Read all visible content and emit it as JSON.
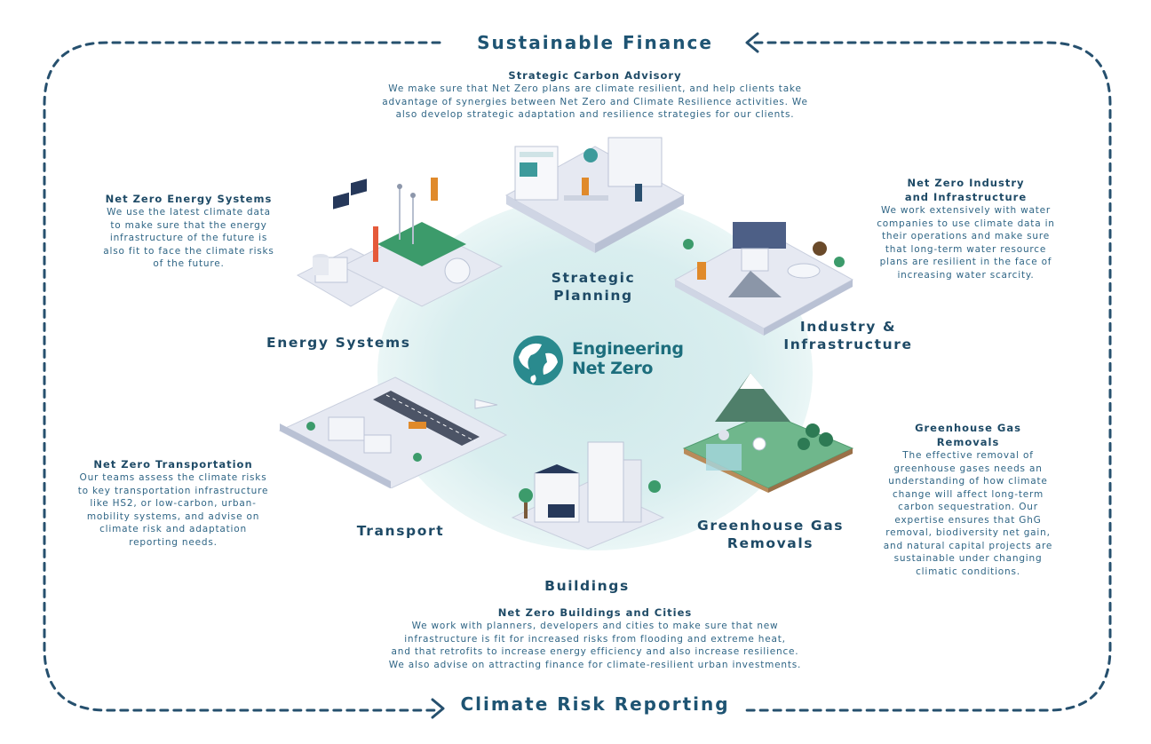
{
  "loop": {
    "top_label": "Sustainable Finance",
    "bottom_label": "Climate Risk Reporting"
  },
  "center": {
    "logo_line1": "Engineering",
    "logo_line2": "Net Zero"
  },
  "hubs": {
    "strategic_planning": {
      "line1": "Strategic",
      "line2": "Planning"
    },
    "energy": {
      "label": "Energy Systems"
    },
    "industry": {
      "line1": "Industry &",
      "line2": "Infrastructure"
    },
    "transport": {
      "label": "Transport"
    },
    "buildings": {
      "label": "Buildings"
    },
    "ghg": {
      "line1": "Greenhouse Gas",
      "line2": "Removals"
    }
  },
  "descriptions": {
    "strategic": {
      "title": "Strategic Carbon Advisory",
      "lines": [
        "We make sure that Net Zero plans are climate resilient, and help clients take",
        "advantage of synergies between Net Zero and Climate Resilience activities. We",
        "also develop strategic adaptation and resilience strategies for our clients."
      ]
    },
    "energy": {
      "title": "Net Zero Energy Systems",
      "lines": [
        "We use the latest climate data",
        "to make sure that the energy",
        "infrastructure of the future is",
        "also fit to face the climate risks",
        "of the future."
      ]
    },
    "industry": {
      "title_lines": [
        "Net Zero Industry",
        "and Infrastructure"
      ],
      "lines": [
        "We work extensively with water",
        "companies to use climate data in",
        "their operations and make sure",
        "that long-term water resource",
        "plans are resilient in the face of",
        "increasing water scarcity."
      ]
    },
    "transport": {
      "title": "Net Zero Transportation",
      "lines": [
        "Our teams assess the climate risks",
        "to key transportation infrastructure",
        "like HS2, or low-carbon, urban-",
        "mobility systems, and advise on",
        "climate risk and adaptation",
        "reporting needs."
      ]
    },
    "ghg": {
      "title_lines": [
        "Greenhouse Gas",
        "Removals"
      ],
      "lines": [
        "The effective removal of",
        "greenhouse gases needs an",
        "understanding of how climate",
        "change will affect long-term",
        "carbon sequestration. Our",
        "expertise ensures that GhG",
        "removal, biodiversity net gain,",
        "and natural capital projects are",
        "sustainable under changing",
        "climatic conditions."
      ]
    },
    "buildings": {
      "title": "Net Zero Buildings and Cities",
      "lines": [
        "We work with planners, developers and cities to make sure that new",
        "infrastructure is fit for increased risks from flooding and extreme heat,",
        "and that retrofits to increase energy efficiency and also increase resilience.",
        "We also advise on attracting finance for climate-resilient urban investments."
      ]
    }
  },
  "colors": {
    "dash": "#26506e",
    "circle": "#dceff0",
    "circle_inner": "#cfe8ea",
    "teal": "#2a8a8e",
    "platform": "#e6e9f2"
  }
}
